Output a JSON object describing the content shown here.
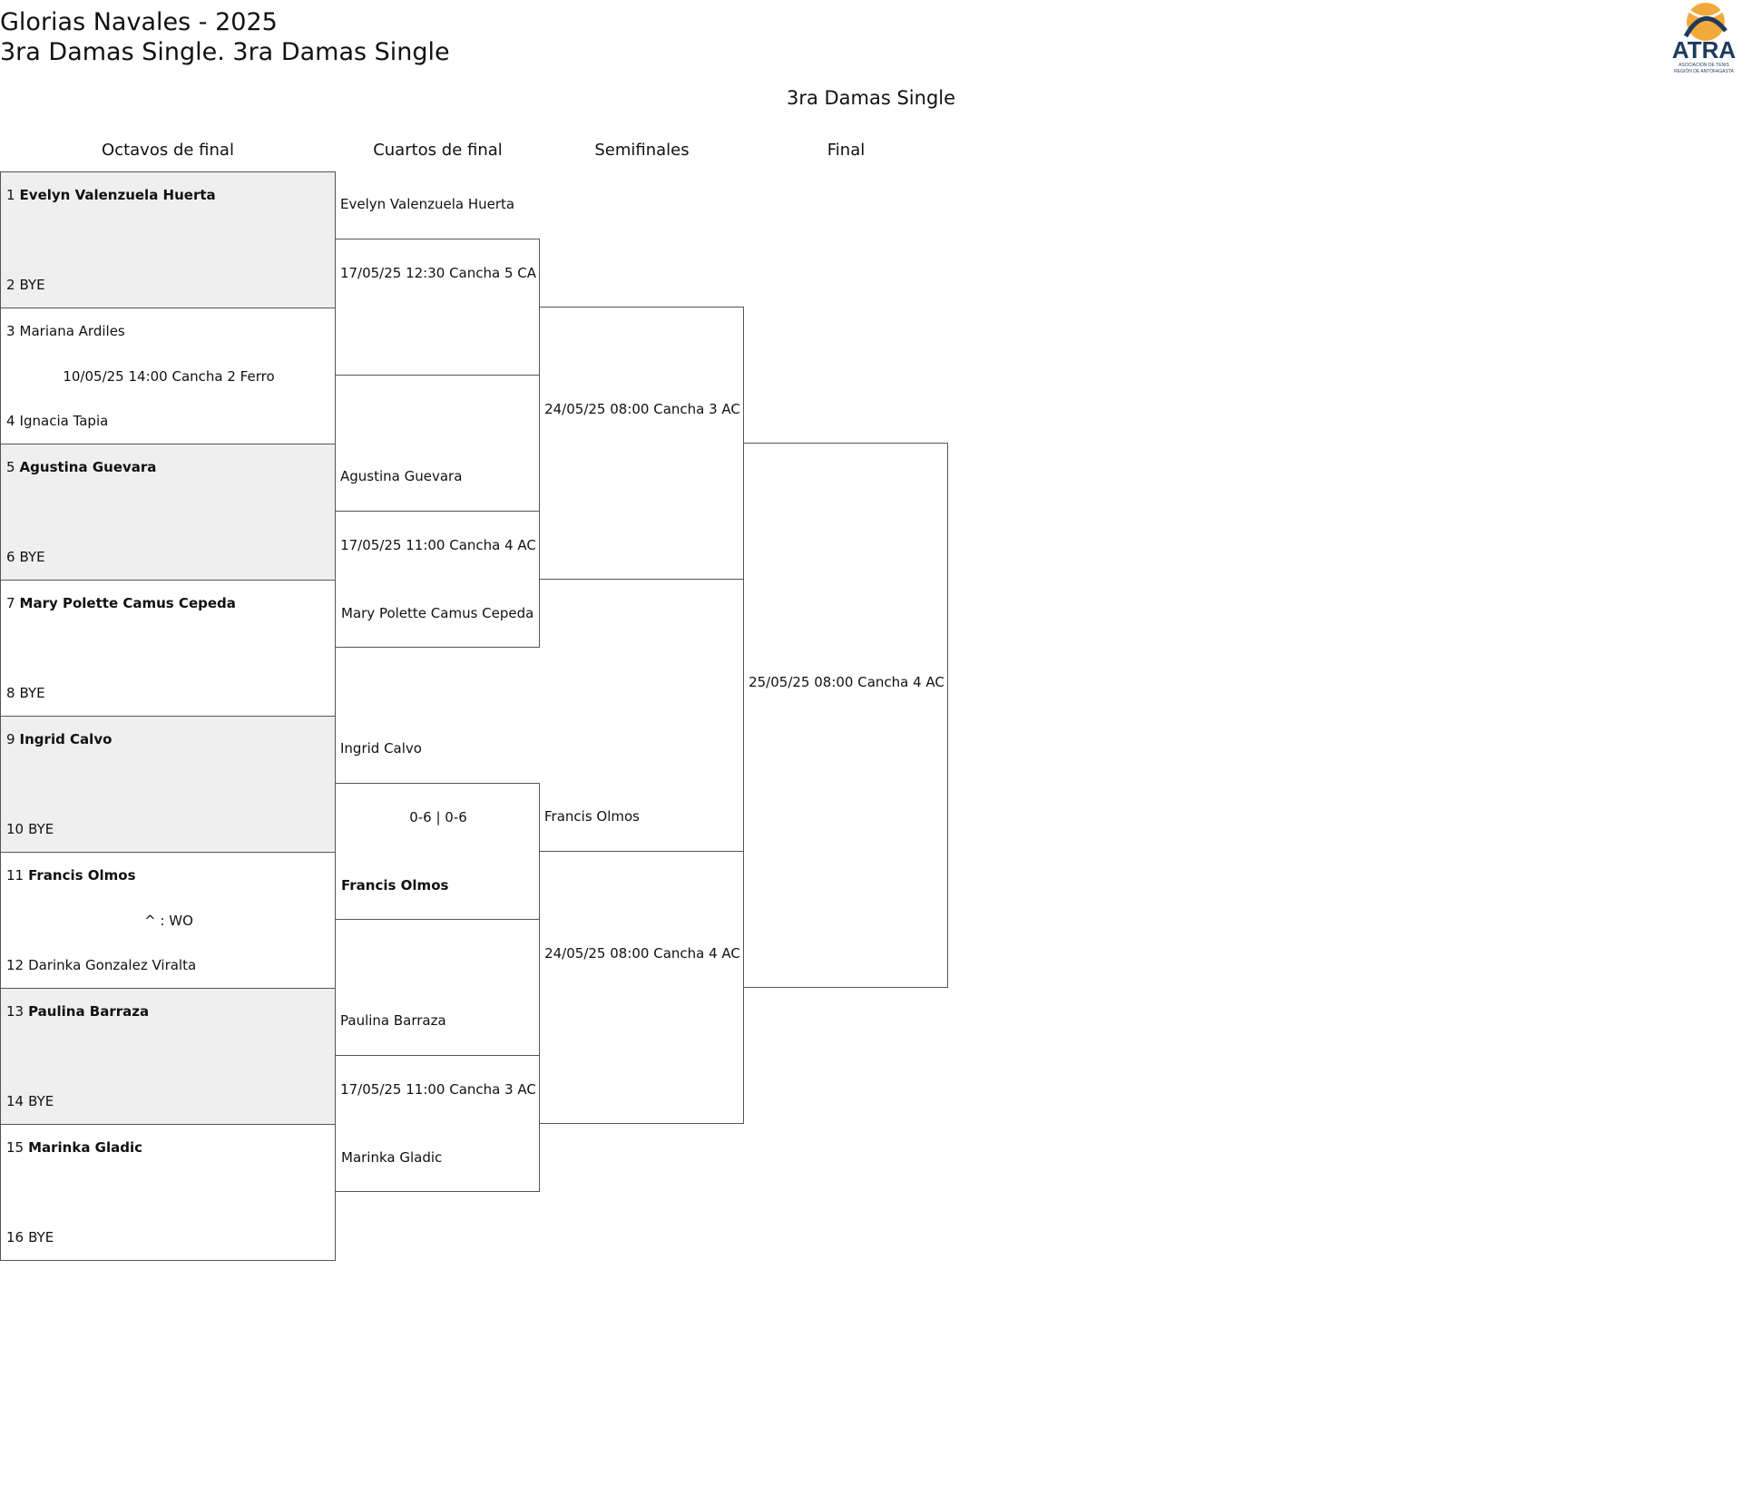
{
  "header": {
    "tournament_title": "Glorias Navales - 2025",
    "category_title": "3ra Damas Single. 3ra Damas Single",
    "logo_text": "ATRA",
    "logo_subtext_1": "ASOCIACIÓN DE TENIS",
    "logo_subtext_2": "REGIÓN DE ANTOFAGASTA"
  },
  "bracket": {
    "title": "3ra Damas Single",
    "rounds": [
      "Octavos de final",
      "Cuartos de final",
      "Semifinales",
      "Final"
    ]
  },
  "round_of_16": [
    {
      "p1": {
        "seed": "1",
        "name": "Evelyn Valenzuela Huerta"
      },
      "p2": {
        "seed": "2",
        "name": "BYE"
      },
      "info": ""
    },
    {
      "p1": {
        "seed": "3",
        "name": "Mariana Ardiles"
      },
      "p2": {
        "seed": "4",
        "name": "Ignacia Tapia"
      },
      "info": "10/05/25 14:00 Cancha 2 Ferro"
    },
    {
      "p1": {
        "seed": "5",
        "name": "Agustina Guevara"
      },
      "p2": {
        "seed": "6",
        "name": "BYE"
      },
      "info": ""
    },
    {
      "p1": {
        "seed": "7",
        "name": "Mary Polette Camus Cepeda"
      },
      "p2": {
        "seed": "8",
        "name": "BYE"
      },
      "info": ""
    },
    {
      "p1": {
        "seed": "9",
        "name": "Ingrid Calvo"
      },
      "p2": {
        "seed": "10",
        "name": "BYE"
      },
      "info": ""
    },
    {
      "p1": {
        "seed": "11",
        "name": "Francis Olmos"
      },
      "p2": {
        "seed": "12",
        "name": "Darinka Gonzalez Viralta"
      },
      "info": "^ : WO"
    },
    {
      "p1": {
        "seed": "13",
        "name": "Paulina Barraza"
      },
      "p2": {
        "seed": "14",
        "name": "BYE"
      },
      "info": ""
    },
    {
      "p1": {
        "seed": "15",
        "name": "Marinka Gladic"
      },
      "p2": {
        "seed": "16",
        "name": "BYE"
      },
      "info": ""
    }
  ],
  "quarterfinals": [
    {
      "p1": "Evelyn Valenzuela Huerta",
      "p2": "",
      "info": "17/05/25 12:30 Cancha 5 CA"
    },
    {
      "p1": "Agustina Guevara",
      "p2": "Mary Polette Camus Cepeda",
      "info": "17/05/25 11:00 Cancha 4 AC"
    },
    {
      "p1": "Ingrid Calvo",
      "p2": "Francis Olmos",
      "info": "0-6 | 0-6"
    },
    {
      "p1": "Paulina Barraza",
      "p2": "Marinka Gladic",
      "info": "17/05/25 11:00 Cancha 3 AC"
    }
  ],
  "semifinals": [
    {
      "p1": "",
      "p2": "",
      "info": "24/05/25 08:00 Cancha 3 AC"
    },
    {
      "p1": "Francis Olmos",
      "p2": "",
      "info": "24/05/25 08:00 Cancha 4 AC"
    }
  ],
  "final": {
    "p1": "",
    "p2": "",
    "info": "25/05/25 08:00 Cancha 4 AC"
  },
  "colors": {
    "shaded_row": "#efefef",
    "border": "#555555",
    "logo_navy": "#1f3a5f",
    "logo_ball": "#f2a93b"
  }
}
